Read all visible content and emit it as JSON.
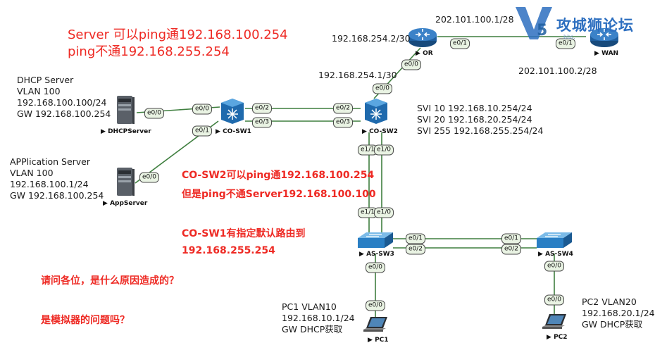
{
  "watermark": {
    "brand": "攻城狮论坛",
    "url": "bbs."
  },
  "question_box": {
    "line1": "Server 可以ping通192.168.100.254",
    "line2": "ping不通192.168.255.254"
  },
  "devices": {
    "or": {
      "label": "OR"
    },
    "wan": {
      "label": "WAN"
    },
    "co_sw1": {
      "label": "CO-SW1"
    },
    "co_sw2": {
      "label": "CO-SW2"
    },
    "dhcp_server": {
      "label": "DHCPServer"
    },
    "app_server": {
      "label": "AppServer"
    },
    "as_sw3": {
      "label": "AS-SW3"
    },
    "as_sw4": {
      "label": "AS-SW4"
    },
    "pc1": {
      "label": "PC1"
    },
    "pc2": {
      "label": "PC2"
    }
  },
  "interfaces": {
    "or_e0_1": "e0/1",
    "wan_e0_1": "e0/1",
    "or_e0_0": "e0/0",
    "sw2_e0_0": "e0/0",
    "dhcp_e0_0": "e0/0",
    "sw1_e0_0": "e0/0",
    "sw1_e0_1": "e0/1",
    "sw1_e0_2": "e0/2",
    "sw1_e0_3": "e0/3",
    "sw2_e0_2": "e0/2",
    "sw2_e0_3": "e0/3",
    "app_e0_0": "e0/0",
    "sw2_e1_1": "e1/1",
    "sw2_e1_0": "e1/0",
    "sw3_e1_1": "e1/1",
    "sw3_e1_0": "e1/0",
    "sw3_e0_1": "e0/1",
    "sw3_e0_2": "e0/2",
    "sw4_e0_1": "e0/1",
    "sw4_e0_2": "e0/2",
    "sw3_e0_0": "e0/0",
    "pc1_e0_0": "e0/0",
    "sw4_e0_0": "e0/0",
    "pc2_e0_0": "e0/0"
  },
  "addresses": {
    "or_wan_ip": "202.101.100.1/28",
    "wan_ip": "202.101.100.2/28",
    "or_lan_ip": "192.168.254.2/30",
    "sw2_uplink_ip": "192.168.254.1/30"
  },
  "notes": {
    "dhcp": [
      "DHCP Server",
      "VLAN 100",
      "192.168.100.100/24",
      "GW 192.168.100.254"
    ],
    "app": [
      "APPlication Server",
      "VLAN 100",
      "192.168.100.1/24",
      "GW 192.168.100.254"
    ],
    "svi": [
      "SVI 10 192.168.10.254/24",
      "SVI 20 192.168.20.254/24",
      "SVI 255 192.168.255.254/24"
    ],
    "pc1": [
      "PC1 VLAN10",
      "192.168.10.1/24",
      "GW DHCP获取"
    ],
    "pc2": [
      "PC2 VLAN20",
      "192.168.20.1/24",
      "GW DHCP获取"
    ]
  },
  "red_notes": {
    "sw2_line1": "CO-SW2可以ping通192.168.100.254",
    "sw2_line2": "但是ping不通Server192.168.100.100",
    "sw1_line1": "CO-SW1有指定默认路由到",
    "sw1_line2": "192.168.255.254",
    "q1": "请问各位，是什么原因造成的？",
    "q2": "是模拟器的问题吗？"
  },
  "colors": {
    "router_blue": "#1f5f9f",
    "l3switch_blue": "#2a7fc4",
    "l2switch_blue": "#3a8fd0",
    "server_gray": "#5a6068",
    "red_text": "#ee2a24",
    "link_green": "#3f7f3f",
    "if_label_bg": "#e9f3e3"
  }
}
